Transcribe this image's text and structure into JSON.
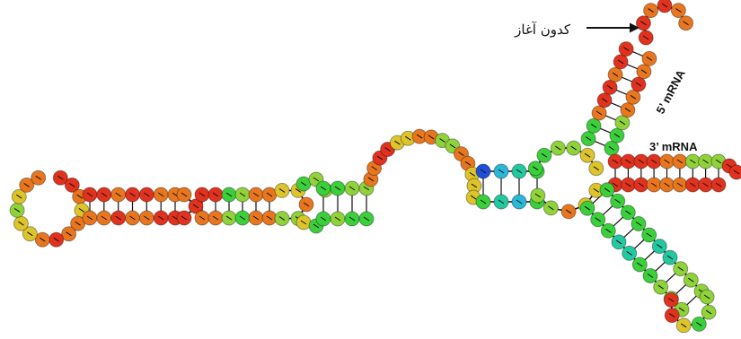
{
  "labels": {
    "start_codon": "کدون آغاز",
    "five_prime": "5’ mRNA",
    "three_prime": "3’ mRNA"
  },
  "palette": {
    "red": "#e0321e",
    "orange": "#e8761e",
    "yellow": "#dcc42a",
    "light_green": "#8fd23a",
    "green": "#3ccf3c",
    "teal": "#22c9a0",
    "cyan": "#2ab8d8",
    "blue": "#1f4fd6"
  }
}
